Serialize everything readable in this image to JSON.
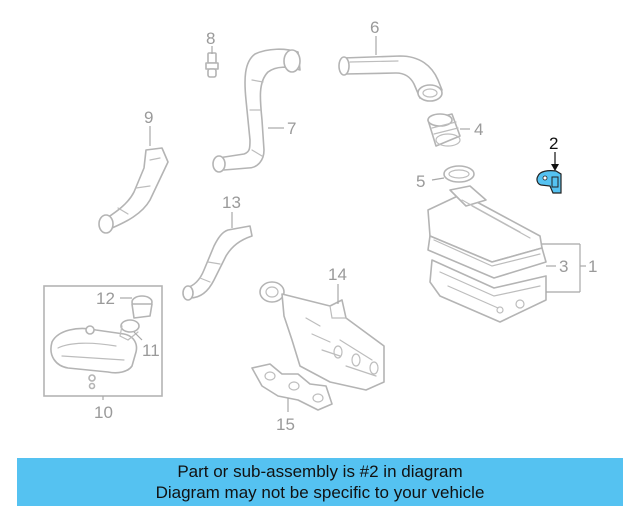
{
  "callouts": {
    "c1": "1",
    "c2": "2",
    "c3": "3",
    "c4": "4",
    "c5": "5",
    "c6": "6",
    "c7": "7",
    "c8": "8",
    "c9": "9",
    "c10": "10",
    "c11": "11",
    "c12": "12",
    "c13": "13",
    "c14": "14",
    "c15": "15"
  },
  "highlight": {
    "callout": "2",
    "color": "#55c2f1"
  },
  "banner": {
    "line1": "Part or sub-assembly is #2 in diagram",
    "line2": "Diagram may not be specific to your vehicle",
    "background": "#55c2f1"
  }
}
